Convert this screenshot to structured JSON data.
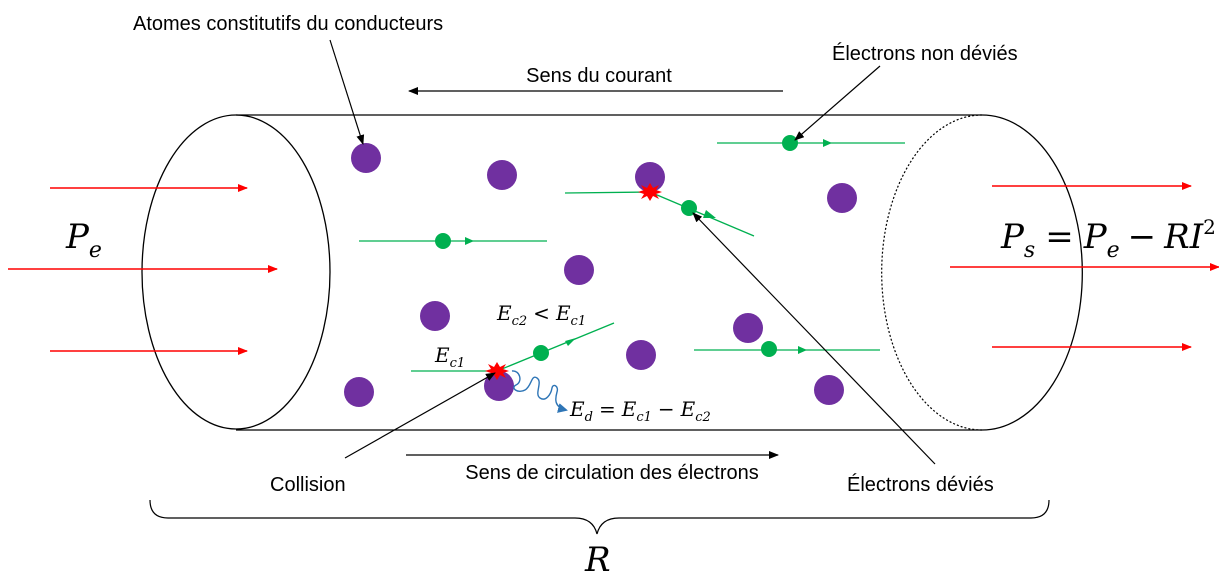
{
  "labels": {
    "atoms": "Atomes constitutifs du conducteurs",
    "current_direction": "Sens du courant",
    "undeviated": "Électrons non déviés",
    "deviated": "Électrons déviés",
    "collision": "Collision",
    "electron_direction": "Sens de circulation des électrons"
  },
  "math": {
    "pe_main": "P",
    "pe_sub": "e",
    "ps_lhs": "P",
    "ps_lhs_sub": "s",
    "ps_eq": "=",
    "ps_rhs_p": "P",
    "ps_rhs_p_sub": "e",
    "ps_minus": "−",
    "ps_r": "RI",
    "ps_sup": "2",
    "ec1_main": "E",
    "ec1_sub": "c1",
    "ec2_lhs": "E",
    "ec2_lhs_sub": "c2",
    "ec2_lt": "<",
    "ec2_rhs": "E",
    "ec2_rhs_sub": "c1",
    "ed_main": "E",
    "ed_sub": "d",
    "ed_eq": "=",
    "ed_a": "E",
    "ed_a_sub": "c1",
    "ed_minus": "−",
    "ed_b": "E",
    "ed_b_sub": "c2",
    "resistance": "R"
  },
  "colors": {
    "atom": "#7030a0",
    "electron": "#00b050",
    "power_arrow": "#ff0000",
    "collision": "#ff0000",
    "wave": "#2e75b6",
    "outline": "#000000"
  }
}
